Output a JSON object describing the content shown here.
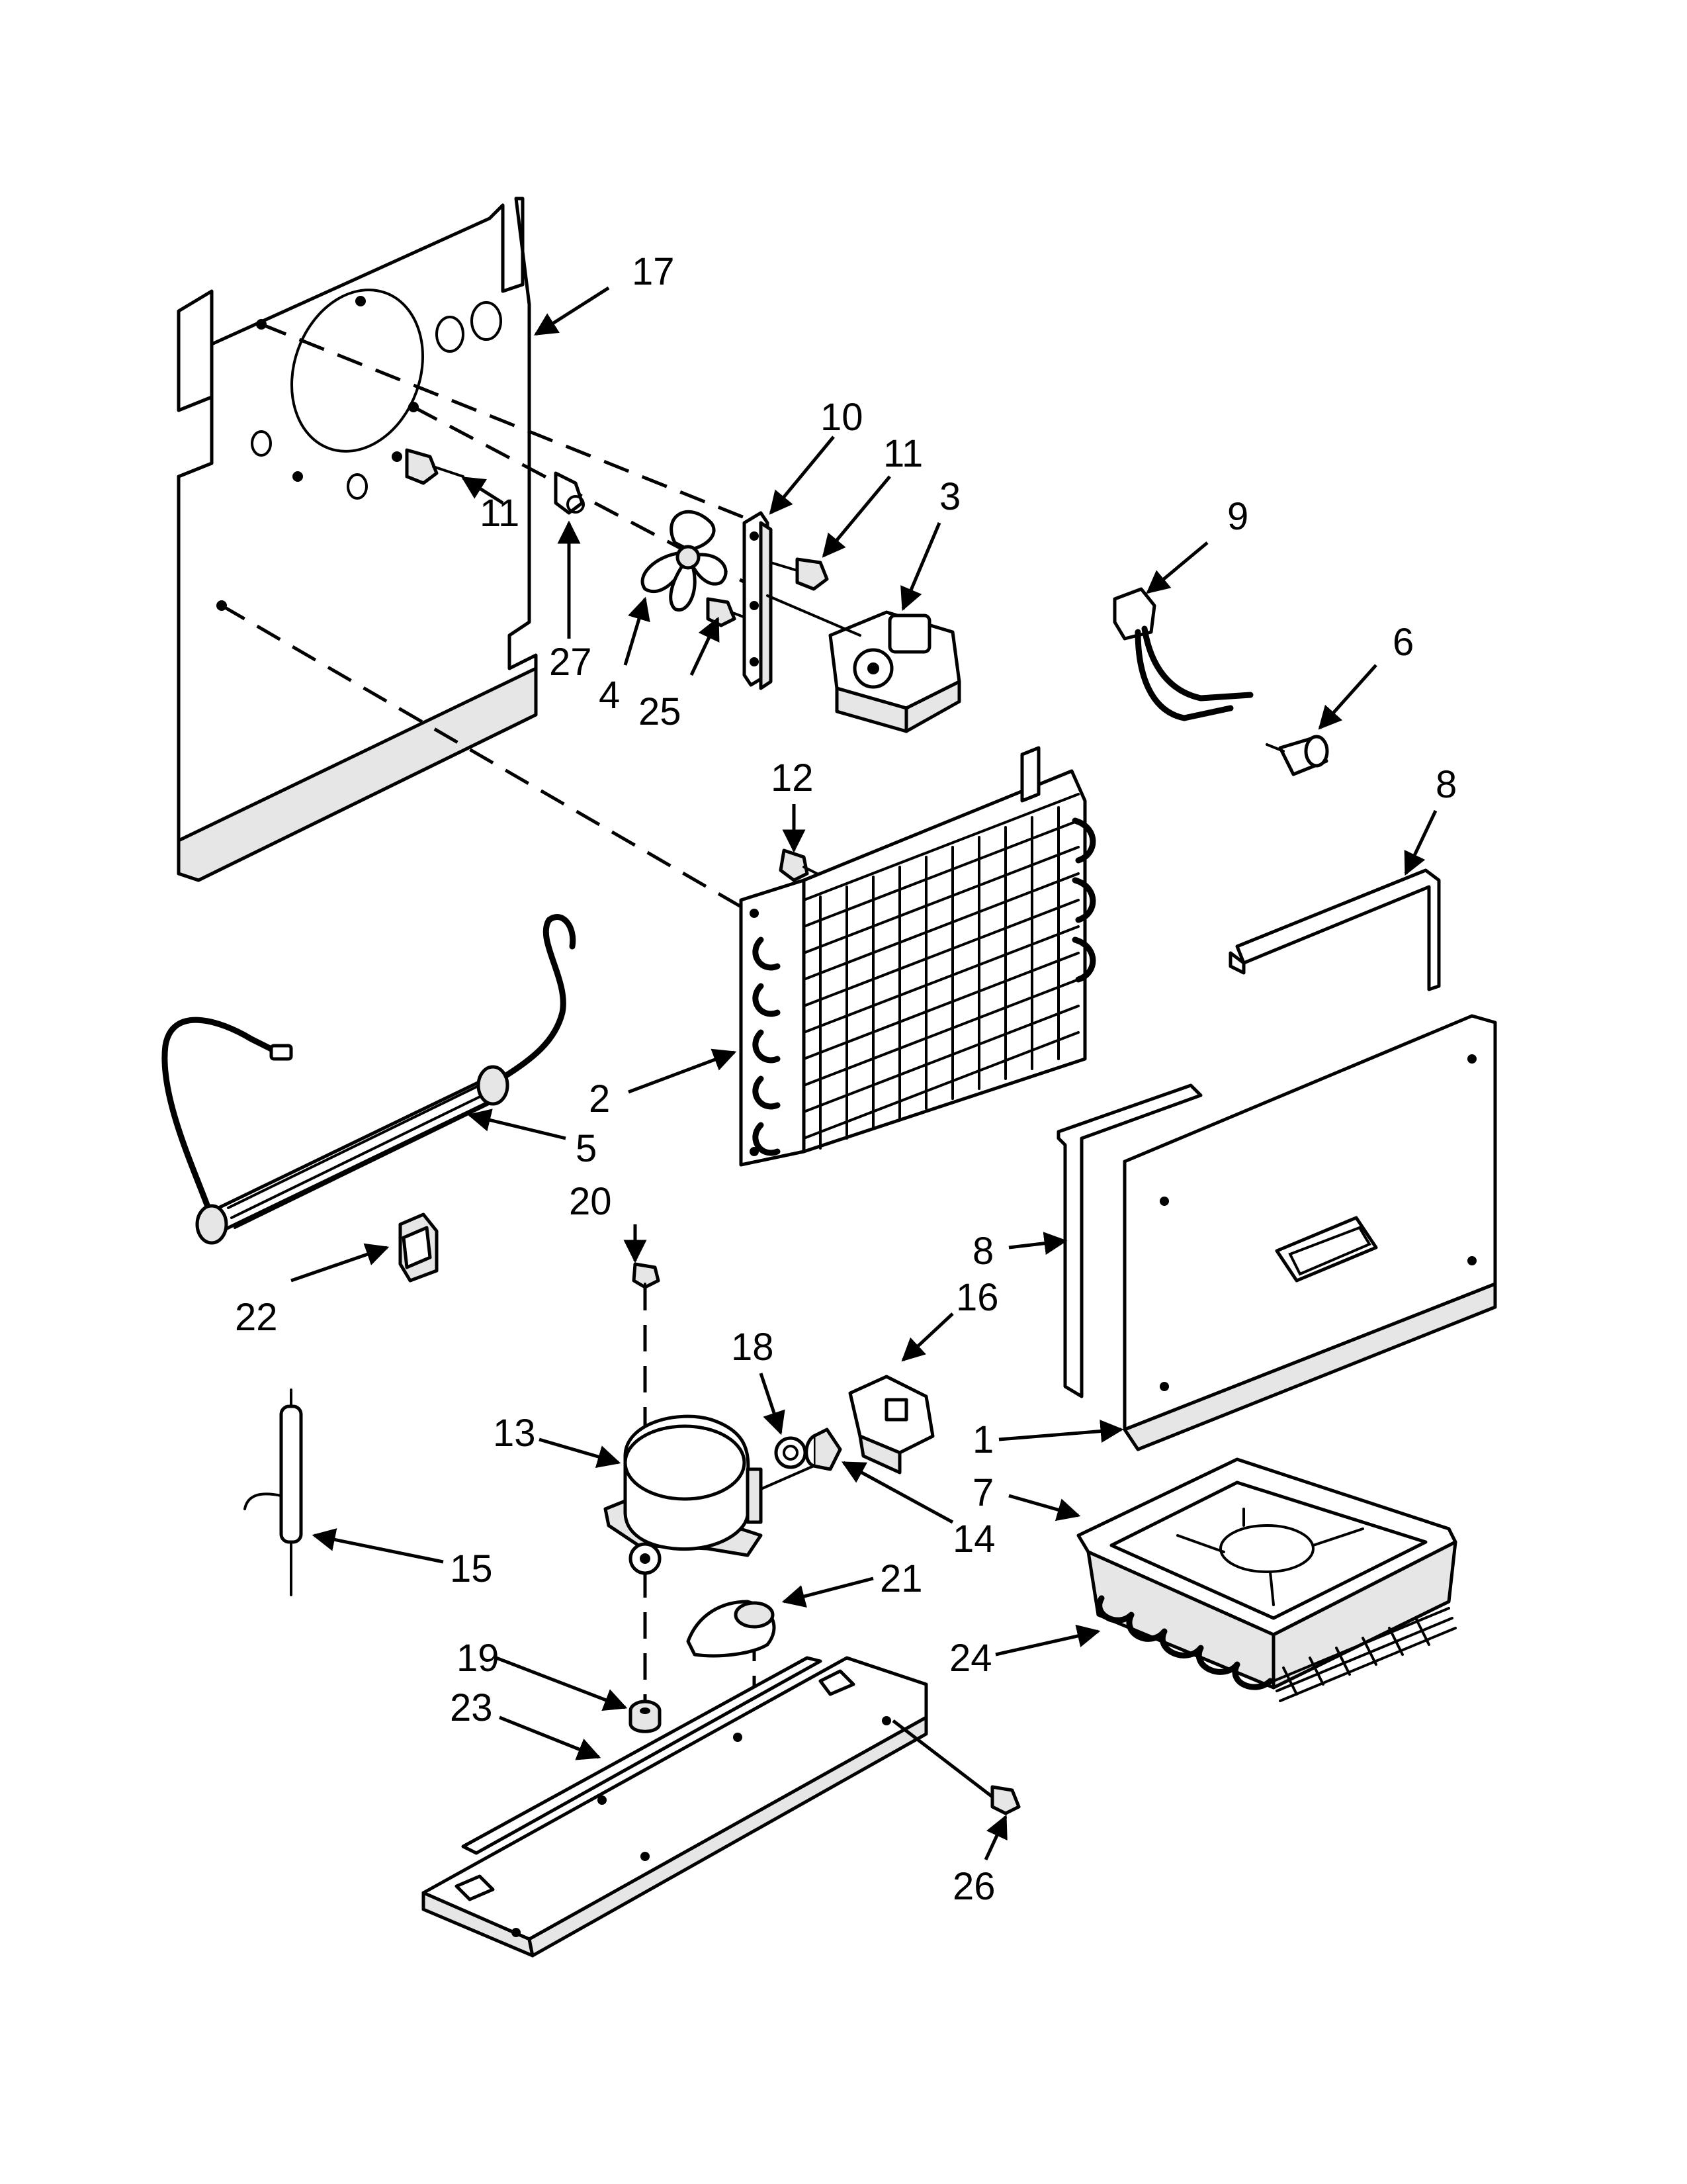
{
  "callouts": [
    {
      "id": "17",
      "label": "17"
    },
    {
      "id": "11a",
      "label": "11"
    },
    {
      "id": "27",
      "label": "27"
    },
    {
      "id": "4",
      "label": "4"
    },
    {
      "id": "25",
      "label": "25"
    },
    {
      "id": "10",
      "label": "10"
    },
    {
      "id": "11b",
      "label": "11"
    },
    {
      "id": "3",
      "label": "3"
    },
    {
      "id": "9",
      "label": "9"
    },
    {
      "id": "6",
      "label": "6"
    },
    {
      "id": "12",
      "label": "12"
    },
    {
      "id": "8a",
      "label": "8"
    },
    {
      "id": "2",
      "label": "2"
    },
    {
      "id": "5",
      "label": "5"
    },
    {
      "id": "20",
      "label": "20"
    },
    {
      "id": "8b",
      "label": "8"
    },
    {
      "id": "16",
      "label": "16"
    },
    {
      "id": "22",
      "label": "22"
    },
    {
      "id": "18",
      "label": "18"
    },
    {
      "id": "13",
      "label": "13"
    },
    {
      "id": "1",
      "label": "1"
    },
    {
      "id": "7",
      "label": "7"
    },
    {
      "id": "14",
      "label": "14"
    },
    {
      "id": "15",
      "label": "15"
    },
    {
      "id": "21",
      "label": "21"
    },
    {
      "id": "19",
      "label": "19"
    },
    {
      "id": "24",
      "label": "24"
    },
    {
      "id": "23",
      "label": "23"
    },
    {
      "id": "26",
      "label": "26"
    }
  ],
  "colors": {
    "line": "#000000",
    "background": "#ffffff"
  }
}
